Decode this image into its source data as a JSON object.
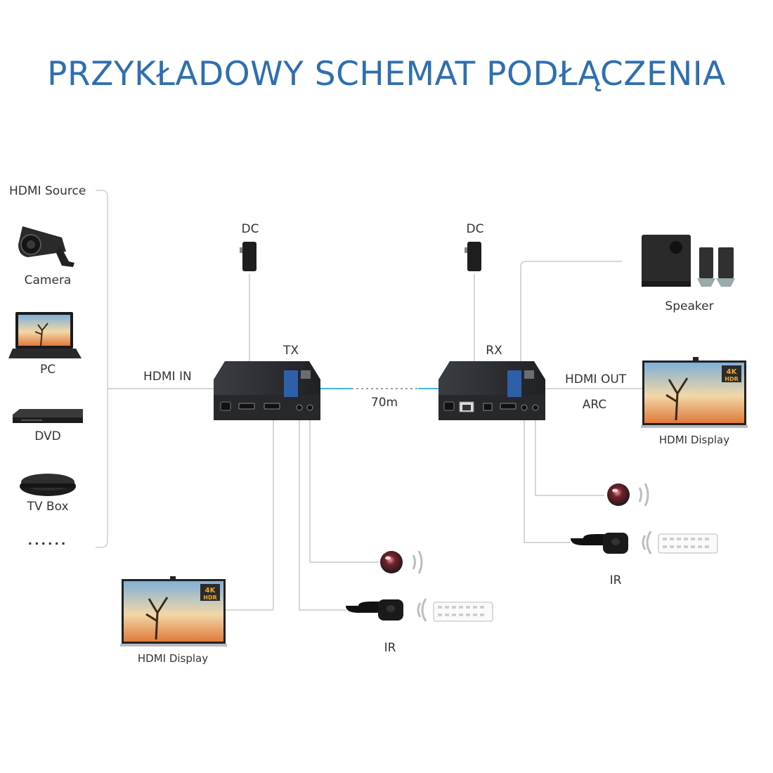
{
  "title": "PRZYKŁADOWY SCHEMAT PODŁĄCZENIA",
  "source_group": {
    "heading": "HDMI Source",
    "devices": [
      "Camera",
      "PC",
      "DVD",
      "TV Box"
    ],
    "more": "......"
  },
  "tx": {
    "label": "TX",
    "dc_label": "DC",
    "input_label": "HDMI IN",
    "loop_display_label": "HDMI Display",
    "ir_label": "IR"
  },
  "link": {
    "distance": "70m"
  },
  "rx": {
    "label": "RX",
    "dc_label": "DC",
    "output_label": "HDMI OUT",
    "arc_label": "ARC",
    "speaker_label": "Speaker",
    "display_label": "HDMI Display",
    "ir_label": "IR"
  },
  "colors": {
    "title": "#2f6fb0",
    "link": "#3fb6e0",
    "wire": "#c8c8c8",
    "device": "#2b2d31"
  }
}
